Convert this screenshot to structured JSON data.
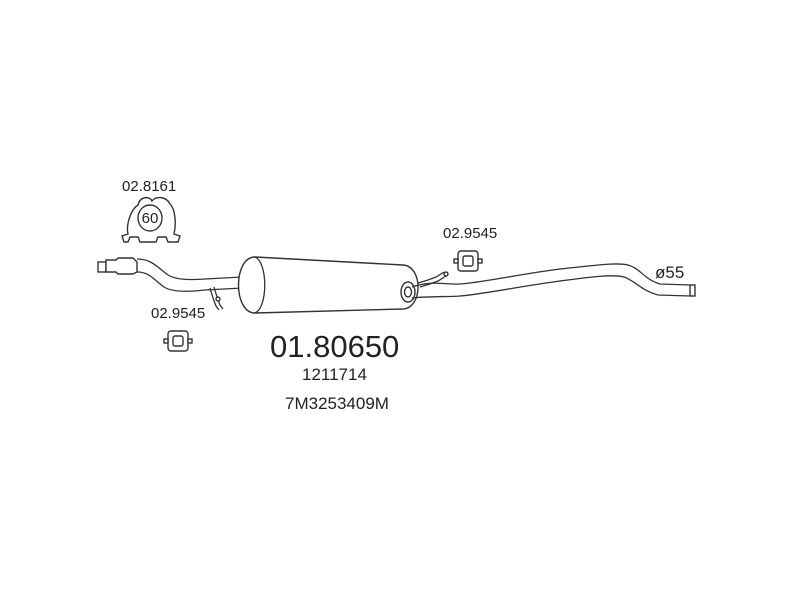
{
  "labels": {
    "clamp_ref": "02.8161",
    "clamp_size": "60",
    "hanger_ref_right": "02.9545",
    "hanger_ref_left": "02.9545",
    "diameter": "ø55",
    "main_part_number": "01.80650",
    "oem_number_1": "1211714",
    "oem_number_2": "7M3253409M"
  }
}
